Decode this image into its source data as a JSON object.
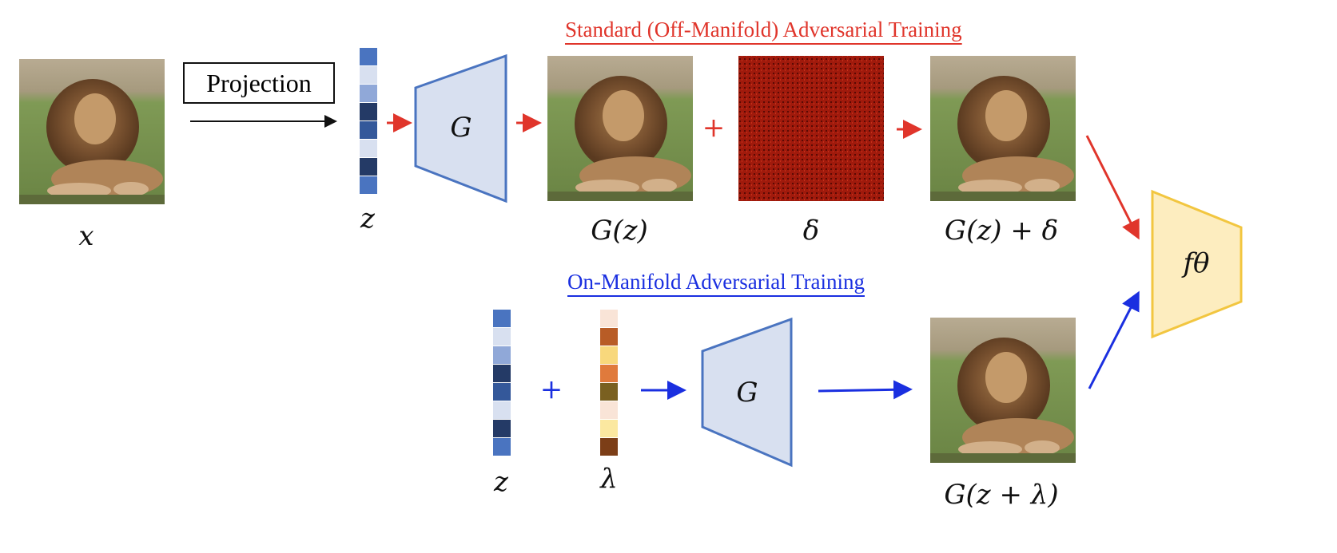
{
  "labels": {
    "x": "x",
    "z_top": "z",
    "g_top": "G",
    "gz": "G(z)",
    "delta": "δ",
    "gz_delta": "G(z) + δ",
    "f_theta": "fθ",
    "z_bottom": "z",
    "lambda": "λ",
    "g_bottom": "G",
    "gz_lambda": "G(z + λ)",
    "plus_top": "+",
    "plus_bottom": "+"
  },
  "projection_label": "Projection",
  "titles": {
    "standard": "Standard (Off-Manifold) Adversarial Training",
    "on_manifold": "On-Manifold Adversarial Training"
  },
  "colors": {
    "red": "#e0352b",
    "blue": "#1a2fe0",
    "g_fill": "#d8e0f0",
    "g_stroke": "#4a74c0",
    "f_fill": "#fdedbf",
    "f_stroke": "#f2c640",
    "noise": "#9a1408"
  },
  "z_vector": [
    "#4a74c0",
    "#d8e0f0",
    "#90a8d8",
    "#243a66",
    "#34589a",
    "#d8e0f0",
    "#243a66",
    "#4a74c0"
  ],
  "lambda_vector": [
    "#f9e4d7",
    "#b85c26",
    "#f8d87c",
    "#e07a3c",
    "#7a6020",
    "#f9e4d7",
    "#fbe8a0",
    "#7c3e17"
  ]
}
